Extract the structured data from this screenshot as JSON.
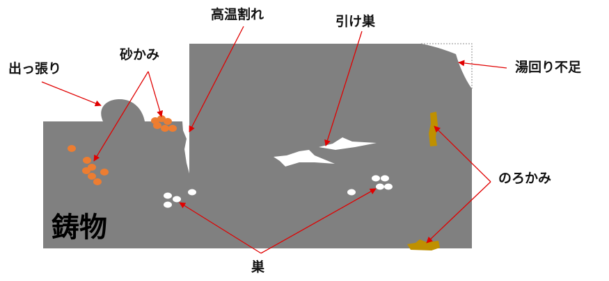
{
  "labels": {
    "high_temp_crack": "高温割れ",
    "shrinkage_cavity": "引け巣",
    "sand_inclusion": "砂かみ",
    "swell": "出っ張り",
    "misrun": "湯回り不足",
    "slag_inclusion": "のろかみ",
    "blowhole": "巣",
    "casting": "鋳物"
  },
  "colors": {
    "casting_body": "#808080",
    "sand_spot": "#ED7D31",
    "slag": "#BF9000",
    "void": "#FFFFFF",
    "arrow": "#E00000"
  }
}
